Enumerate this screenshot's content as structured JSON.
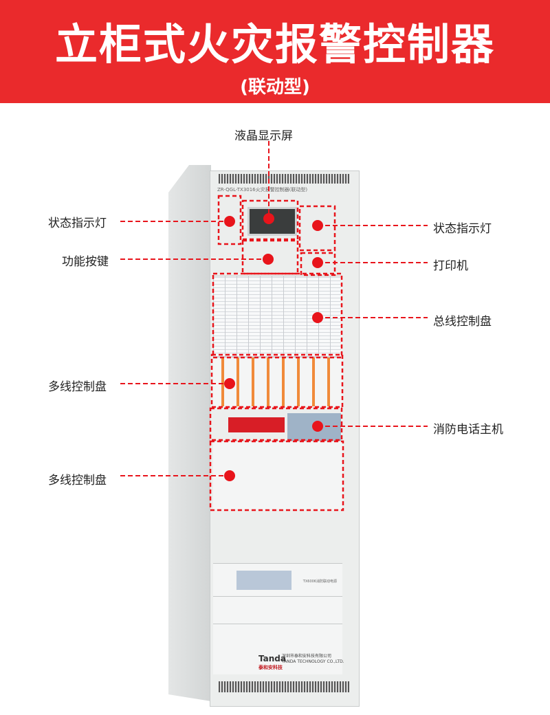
{
  "header": {
    "title": "立柜式火灾报警控制器",
    "subtitle": "(联动型)"
  },
  "cabinet": {
    "model_text": "ZR-QGL-TX3016火灾报警控制器(联动型)",
    "power_label": "TX6006消防联动电源",
    "brand": "Tanda",
    "brand_cn": "泰和安科技",
    "company_cn": "深圳市泰和安科技有限公司",
    "company_en": "TANDA TECHNOLOGY CO.,LTD."
  },
  "callouts": [
    {
      "id": "lcd",
      "label": "液晶显示屏"
    },
    {
      "id": "status-left",
      "label": "状态指示灯"
    },
    {
      "id": "function-keys",
      "label": "功能按键"
    },
    {
      "id": "status-right",
      "label": "状态指示灯"
    },
    {
      "id": "printer",
      "label": "打印机"
    },
    {
      "id": "bus-panel",
      "label": "总线控制盘"
    },
    {
      "id": "multiline-panel-1",
      "label": "多线控制盘"
    },
    {
      "id": "fire-phone",
      "label": "消防电话主机"
    },
    {
      "id": "multiline-panel-2",
      "label": "多线控制盘"
    }
  ],
  "colors": {
    "accent": "#ea2a2c",
    "callout": "#e8141b"
  }
}
